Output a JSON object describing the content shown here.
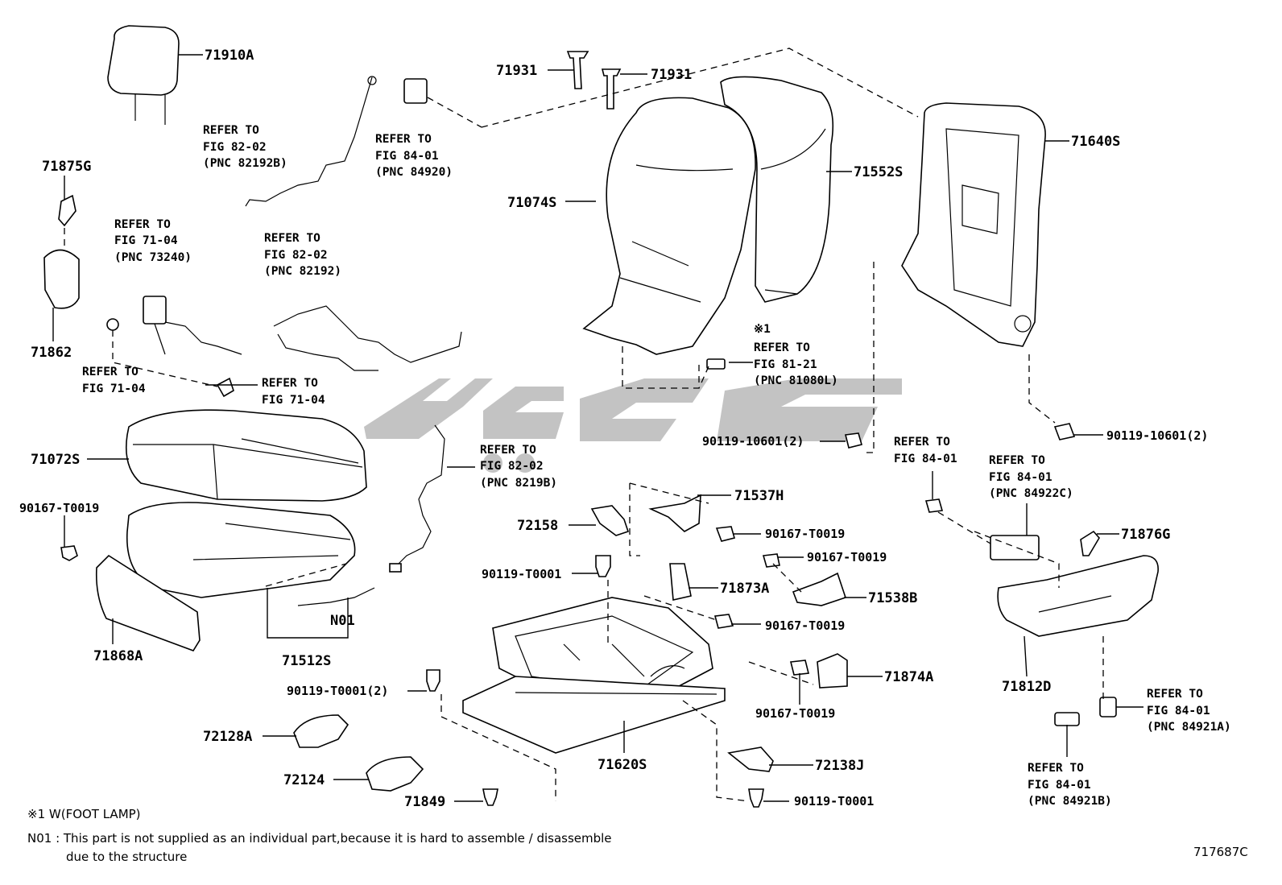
{
  "parts": {
    "p71910A": "71910A",
    "p71875G": "71875G",
    "p71862": "71862",
    "p71931a": "71931",
    "p71931b": "71931",
    "p71074S": "71074S",
    "p71552S": "71552S",
    "p71640S": "71640S",
    "p71072S": "71072S",
    "p90167_T0019_left": "90167-T0019",
    "p71868A": "71868A",
    "p71512S": "71512S",
    "pN01": "N01",
    "p72158": "72158",
    "p90119_T0001_a": "90119-T0001",
    "p71537H": "71537H",
    "p90167_T0019_a": "90167-T0019",
    "p90167_T0019_b": "90167-T0019",
    "p71873A": "71873A",
    "p71538B": "71538B",
    "p90167_T0019_c": "90167-T0019",
    "p71874A": "71874A",
    "p90167_T0019_d": "90167-T0019",
    "p90119_T0001_2": "90119-T0001(2)",
    "p72128A": "72128A",
    "p72124": "72124",
    "p71620S": "71620S",
    "p72138J": "72138J",
    "p71849": "71849",
    "p90119_T0001_b": "90119-T0001",
    "p90119_10601_a": "90119-10601(2)",
    "p90119_10601_b": "90119-10601(2)",
    "p71876G": "71876G",
    "p71812D": "71812D"
  },
  "refs": {
    "r_82_02_a": [
      "REFER TO",
      "FIG 82-02",
      "(PNC 82192B)"
    ],
    "r_84_01_a": [
      "REFER TO",
      "FIG 84-01",
      "(PNC 84920)"
    ],
    "r_71_04_a": [
      "REFER TO",
      "FIG 71-04",
      "(PNC 73240)"
    ],
    "r_82_02_b": [
      "REFER TO",
      "FIG 82-02",
      "(PNC 82192)"
    ],
    "r_71_04_b": [
      "REFER TO",
      "FIG 71-04"
    ],
    "r_71_04_c": [
      "REFER TO",
      "FIG 71-04"
    ],
    "r_81_21": [
      "※1",
      "REFER TO",
      "FIG 81-21",
      "(PNC 81080L)"
    ],
    "r_82_02_c": [
      "REFER TO",
      "FIG 82-02",
      "(PNC 8219B)"
    ],
    "r_84_01_b": [
      "REFER TO",
      "FIG 84-01"
    ],
    "r_84_01_c": [
      "REFER TO",
      "FIG 84-01",
      "(PNC 84922C)"
    ],
    "r_84_01_d": [
      "REFER TO",
      "FIG 84-01",
      "(PNC 84921A)"
    ],
    "r_84_01_e": [
      "REFER TO",
      "FIG 84-01",
      "(PNC 84921B)"
    ]
  },
  "notes": {
    "note1": "※1 W(FOOT LAMP)",
    "note2a": "N01 : This part is not supplied as an individual part,because it is hard to assemble / disassemble",
    "note2b": "due to the structure"
  },
  "figure_code": "717687C"
}
